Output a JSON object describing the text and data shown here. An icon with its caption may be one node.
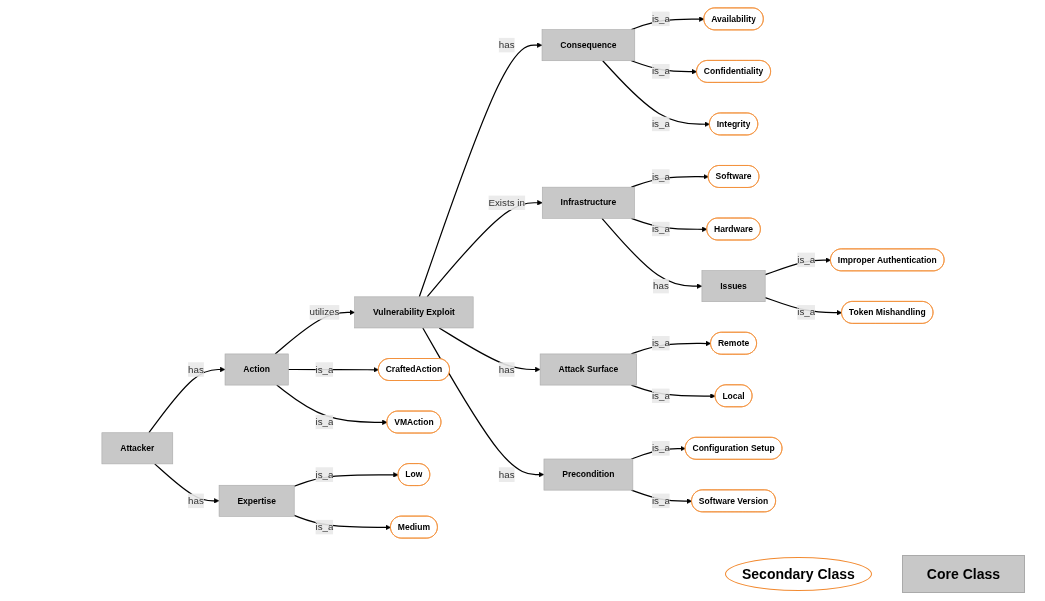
{
  "diagram": {
    "nodes": [
      {
        "text": [
          "Attacker"
        ]
      },
      {
        "text": [
          "Action"
        ]
      },
      {
        "text": [
          "Vulnerability Exploit"
        ]
      },
      {
        "text": [
          "Infrastructure"
        ]
      },
      {
        "text": [
          "CraftedAction"
        ]
      },
      {
        "text": [
          "VMAction"
        ]
      },
      {
        "text": [
          "Consequence"
        ]
      },
      {
        "text": [
          "Availability"
        ]
      },
      {
        "text": [
          "Confidentiality"
        ]
      },
      {
        "text": [
          "Integrity"
        ]
      },
      {
        "text": [
          "Software"
        ]
      },
      {
        "text": [
          "Hardware"
        ]
      },
      {
        "text": [
          "Expertise"
        ]
      },
      {
        "text": [
          "Attack Surface"
        ]
      },
      {
        "text": [
          "Precondition"
        ]
      },
      {
        "text": [
          "Issues"
        ]
      },
      {
        "text": [
          "Low"
        ]
      },
      {
        "text": [
          "Medium"
        ]
      },
      {
        "text": [
          "Remote"
        ]
      },
      {
        "text": [
          "Local"
        ]
      },
      {
        "text": [
          "Configuration Setup"
        ]
      },
      {
        "text": [
          "Software Version"
        ]
      },
      {
        "text": [
          "Improper Authentication"
        ]
      },
      {
        "text": [
          "Token Mishandling"
        ]
      }
    ],
    "edges": [
      {
        "from": 0,
        "to": 1,
        "arrow": "to",
        "label": "has"
      },
      {
        "from": 1,
        "to": 2,
        "arrow": "to",
        "label": "utilizes"
      },
      {
        "from": 2,
        "to": 3,
        "arrow": "to",
        "label": "Exists in"
      },
      {
        "from": 1,
        "to": 4,
        "arrow": "to",
        "label": "is_a"
      },
      {
        "from": 1,
        "to": 5,
        "arrow": "to",
        "label": "is_a"
      },
      {
        "from": 2,
        "to": 6,
        "arrow": "to",
        "label": "has"
      },
      {
        "from": 6,
        "to": 7,
        "arrow": "to",
        "label": "is_a"
      },
      {
        "from": 6,
        "to": 8,
        "arrow": "to",
        "label": "is_a"
      },
      {
        "from": 6,
        "to": 9,
        "arrow": "to",
        "label": "is_a"
      },
      {
        "from": 3,
        "to": 10,
        "arrow": "to",
        "label": "is_a"
      },
      {
        "from": 3,
        "to": 11,
        "arrow": "to",
        "label": "is_a"
      },
      {
        "from": 0,
        "to": 12,
        "arrow": "to",
        "label": "has"
      },
      {
        "from": 2,
        "to": 13,
        "arrow": "to",
        "label": "has"
      },
      {
        "from": 2,
        "to": 14,
        "arrow": "to",
        "label": "has"
      },
      {
        "from": 3,
        "to": 15,
        "arrow": "to",
        "label": "has"
      },
      {
        "from": 12,
        "to": 16,
        "arrow": "to",
        "label": "is_a"
      },
      {
        "from": 12,
        "to": 17,
        "arrow": "to",
        "label": "is_a"
      },
      {
        "from": 13,
        "to": 18,
        "arrow": "to",
        "label": "is_a"
      },
      {
        "from": 13,
        "to": 19,
        "arrow": "to",
        "label": "is_a"
      },
      {
        "from": 14,
        "to": 20,
        "arrow": "to",
        "label": "is_a"
      },
      {
        "from": 14,
        "to": 21,
        "arrow": "to",
        "label": "is_a"
      },
      {
        "from": 15,
        "to": 22,
        "arrow": "to",
        "label": "is_a"
      },
      {
        "from": 15,
        "to": 23,
        "arrow": "to",
        "label": "is_a"
      }
    ],
    "legend": [
      {
        "text": "Secondary Class"
      },
      {
        "text": "Core Class"
      }
    ]
  }
}
